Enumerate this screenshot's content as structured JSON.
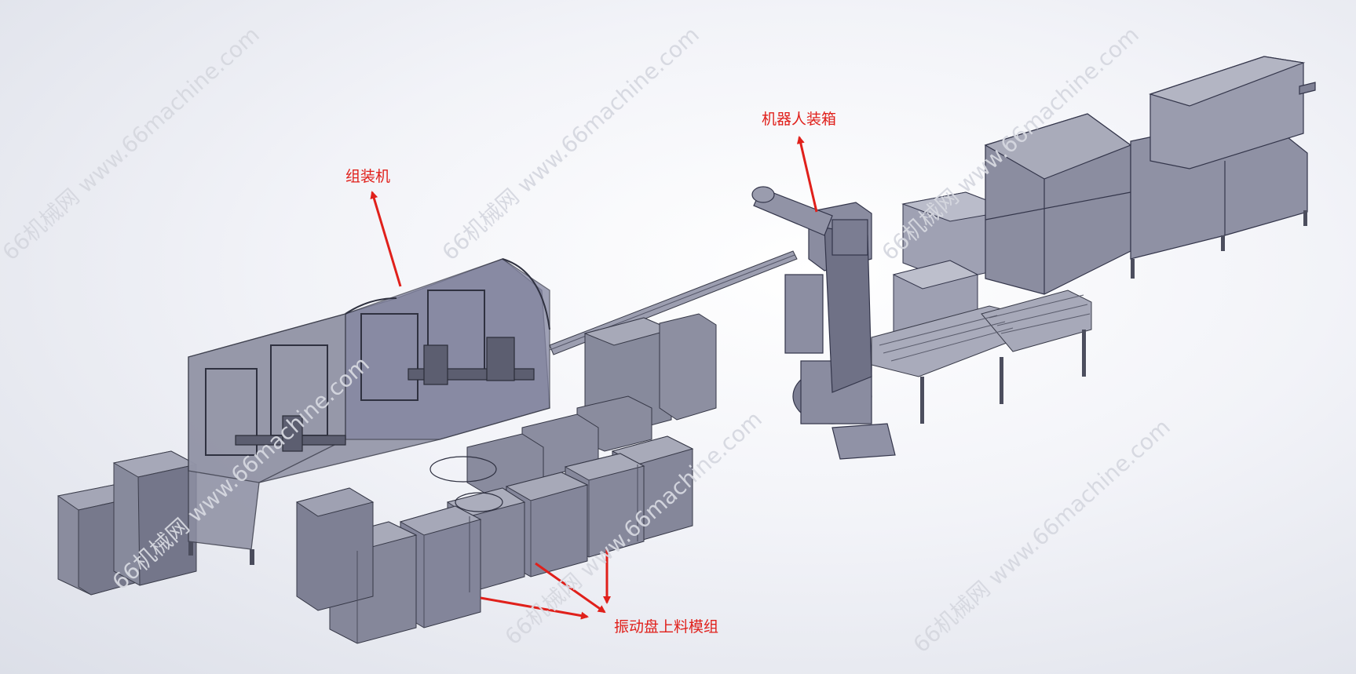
{
  "labels": {
    "assembly": "组装机",
    "robot": "机器人装箱",
    "feeder": "振动盘上料模组"
  },
  "watermark": "66机械网 www.66machine.com",
  "colors": {
    "background": "#eef0f5",
    "machine": "#7f8195",
    "machine_dark": "#5d5f72",
    "arrow": "#e0201b"
  }
}
